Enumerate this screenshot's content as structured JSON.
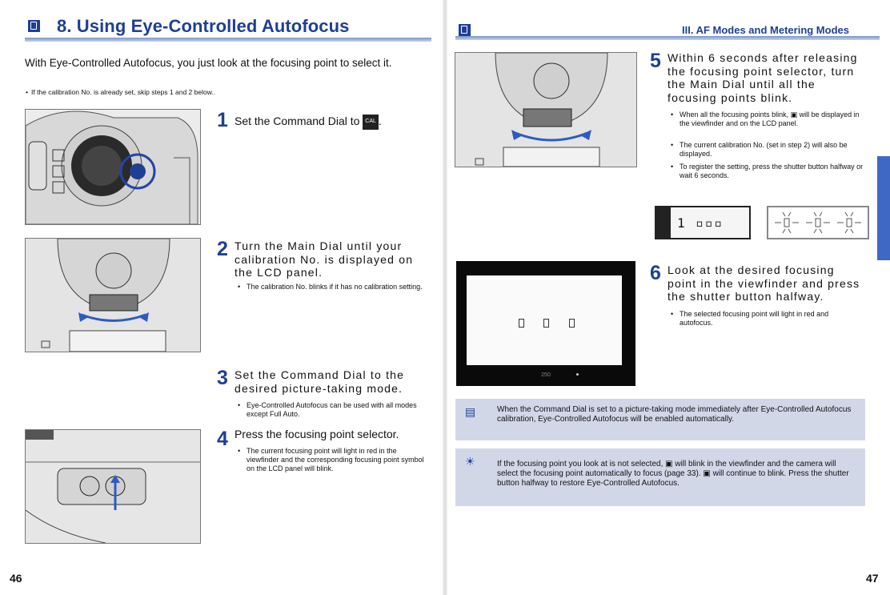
{
  "left": {
    "title": "8. Using Eye-Controlled Autofocus",
    "intro": "With Eye-Controlled Autofocus, you just look at the focusing point to select it.",
    "intro_note": "If the calibration No. is already set, skip steps 1 and 2 below..",
    "steps": [
      {
        "num": "1",
        "text": "Set the Command Dial to",
        "icon_label": "CAL",
        "after": "."
      },
      {
        "num": "2",
        "text": "Turn the Main Dial until your calibration No. is displayed on the LCD panel.",
        "bullets": [
          "The calibration No. blinks if it has no calibration setting."
        ]
      },
      {
        "num": "3",
        "text": "Set the Command Dial to the desired picture-taking mode.",
        "bullets": [
          "Eye-Controlled Autofocus can be used with all modes except Full Auto."
        ]
      },
      {
        "num": "4",
        "text": "Press the focusing point selector.",
        "bullets": [
          "The current focusing point will light in red in the viewfinder and the corresponding focusing point symbol on the LCD panel will blink."
        ]
      }
    ],
    "page_number": "46"
  },
  "right": {
    "section": "III. AF Modes and Metering Modes",
    "steps": [
      {
        "num": "5",
        "text": "Within 6 seconds after releasing the focusing point selector, turn the Main Dial until all the focusing points blink.",
        "bullets": [
          "When all the focusing points blink, ▣ will be displayed in the viewfinder and on the LCD panel.",
          "The current calibration No. (set in step 2) will also be displayed.",
          "To register the setting, press the shutter button halfway or wait 6 seconds."
        ]
      },
      {
        "num": "6",
        "text": "Look at the desired focusing point in the viewfinder and press the shutter button halfway.",
        "bullets": [
          "The selected focusing point will light in red and autofocus."
        ]
      }
    ],
    "lcd_readout": "1 ▫▫▫",
    "vf_status": "250",
    "note1": "When the Command Dial is set to a picture-taking mode immediately after Eye-Controlled Autofocus calibration, Eye-Controlled Autofocus will be enabled automatically.",
    "note2": "If the focusing point you look at is not selected, ▣ will blink in the viewfinder and the camera will select the focusing point automatically to focus (page 33). ▣ will continue to blink. Press the shutter button halfway to restore Eye-Controlled Autofocus.",
    "page_number": "47"
  },
  "colors": {
    "accent": "#1f3f94",
    "note_bg": "#d2d7e8",
    "tab": "#3f68c5"
  }
}
